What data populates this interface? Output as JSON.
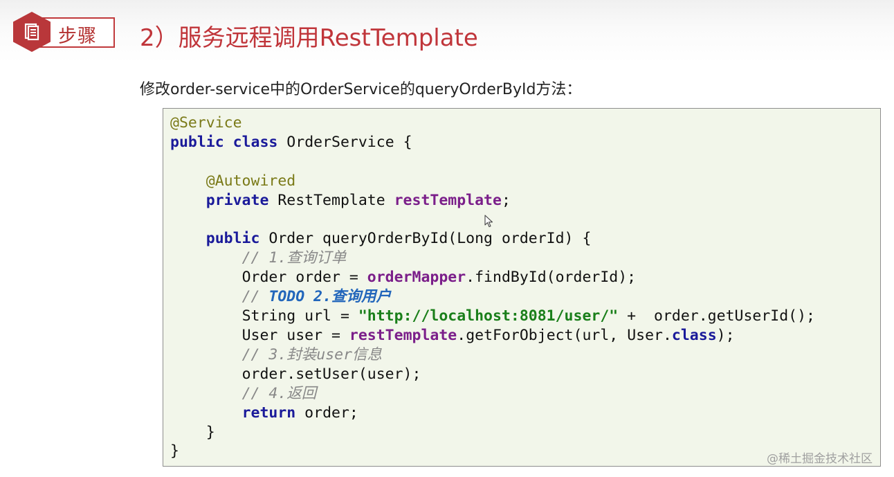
{
  "header": {
    "step_label": "步骤",
    "title": "2）服务远程调用RestTemplate"
  },
  "description": "修改order-service中的OrderService的queryOrderById方法：",
  "code": {
    "annotation_service": "@Service",
    "kw_public": "public",
    "kw_class": "class",
    "class_name": " OrderService {",
    "annotation_autowired": "@Autowired",
    "kw_private": "private",
    "type_rest_template": " RestTemplate ",
    "field_rest_template": "restTemplate",
    "semicolon": ";",
    "method_sig": " Order queryOrderById(Long orderId) {",
    "comment_1": "// 1.查询订单",
    "order_decl": "Order order = ",
    "field_order_mapper": "orderMapper",
    "find_by_id": ".findById(orderId);",
    "comment_todo_prefix": "// ",
    "todo_text": "TODO 2.查询用户",
    "url_decl": "String url = ",
    "url_string": "\"http://localhost:8081/user/\"",
    "url_concat": " +  order.getUserId();",
    "user_decl": "User user = ",
    "get_for_object": ".getForObject(url, User.",
    "get_for_object_end": ");",
    "comment_3": "// 3.封装user信息",
    "set_user": "order.setUser(user);",
    "comment_4": "// 4.返回",
    "kw_return": "return",
    "return_rest": " order;",
    "close_brace": "}"
  },
  "watermark": "@稀土掘金技术社区",
  "colors": {
    "accent": "#c0353a",
    "code_background": "#f2f6ea",
    "keyword": "#1a1a9a",
    "annotation": "#7a7a18",
    "field": "#7b1f8a",
    "string": "#1a7f1a",
    "comment": "#888888",
    "todo": "#2266bb"
  },
  "icons": {
    "step_icon": "document-icon",
    "cursor": "mouse-pointer-icon"
  }
}
